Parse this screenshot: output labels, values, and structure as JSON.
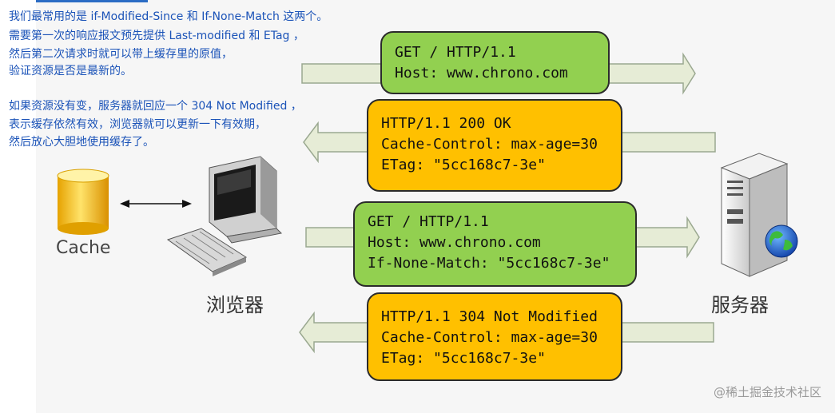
{
  "notes": {
    "p1": [
      "我们最常用的是 if-Modified-Since 和 If-None-Match 这两个。",
      "需要第一次的响应报文预先提供 Last-modified 和 ETag ，",
      "然后第二次请求时就可以带上缓存里的原值，",
      "验证资源是否是最新的。"
    ],
    "p2": [
      "如果资源没有变，服务器就回应一个 304 Not Modified ，",
      "表示缓存依然有效，浏览器就可以更新一下有效期，",
      "然后放心大胆地使用缓存了。"
    ]
  },
  "messages": {
    "request1": [
      "GET / HTTP/1.1",
      "Host: www.chrono.com"
    ],
    "response1": [
      "HTTP/1.1 200 OK",
      "Cache-Control: max-age=30",
      "ETag: \"5cc168c7-3e\""
    ],
    "request2": [
      "GET / HTTP/1.1",
      "Host: www.chrono.com",
      "If-None-Match: \"5cc168c7-3e\""
    ],
    "response2": [
      "HTTP/1.1 304 Not Modified",
      "Cache-Control: max-age=30",
      "ETag: \"5cc168c7-3e\""
    ]
  },
  "labels": {
    "cache": "Cache",
    "browser": "浏览器",
    "server": "服务器"
  },
  "watermark": "@稀土掘金技术社区",
  "colors": {
    "request": "#92d050",
    "response": "#ffc000",
    "note_text": "#1b53b8",
    "arrow_fill": "#e6ecd6"
  }
}
